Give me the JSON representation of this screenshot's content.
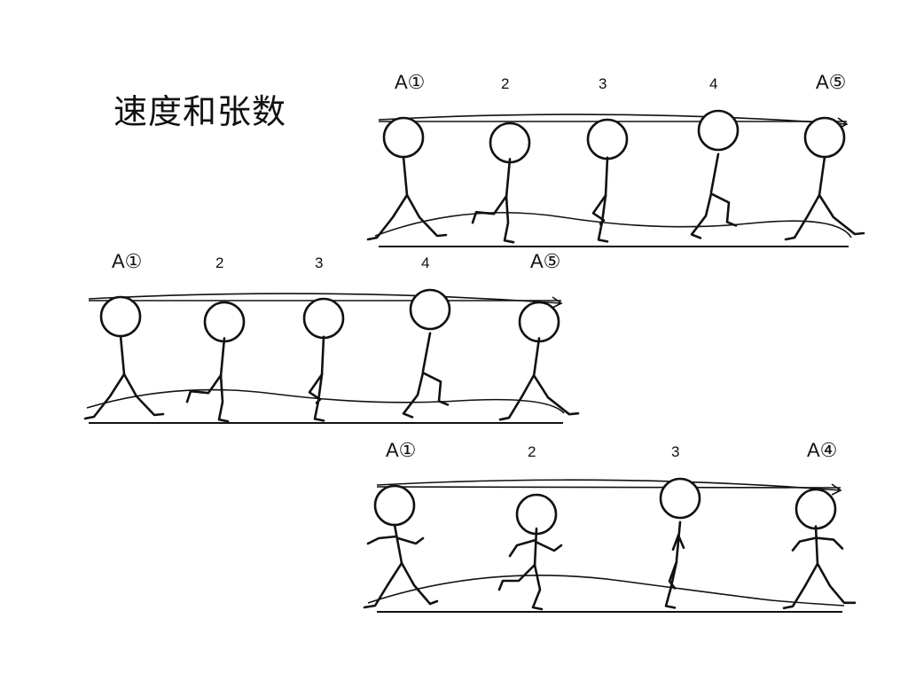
{
  "title": "速度和张数",
  "colors": {
    "ink": "#111111",
    "paper": "#ffffff"
  },
  "panels": [
    {
      "name": "walk-cycle-top",
      "pose_set": "walk",
      "frames": [
        {
          "label": "A①",
          "role": "key"
        },
        {
          "label": "2",
          "role": "inbetween"
        },
        {
          "label": "3",
          "role": "inbetween"
        },
        {
          "label": "4",
          "role": "inbetween"
        },
        {
          "label": "A⑤",
          "role": "key"
        }
      ]
    },
    {
      "name": "walk-cycle-middle",
      "pose_set": "walk",
      "frames": [
        {
          "label": "A①",
          "role": "key"
        },
        {
          "label": "2",
          "role": "inbetween"
        },
        {
          "label": "3",
          "role": "inbetween"
        },
        {
          "label": "4",
          "role": "inbetween"
        },
        {
          "label": "A⑤",
          "role": "key"
        }
      ]
    },
    {
      "name": "walk-cycle-bottom",
      "pose_set": "fast-walk",
      "frames": [
        {
          "label": "A①",
          "role": "key"
        },
        {
          "label": "2",
          "role": "inbetween"
        },
        {
          "label": "3",
          "role": "inbetween"
        },
        {
          "label": "A④",
          "role": "key"
        }
      ]
    }
  ]
}
